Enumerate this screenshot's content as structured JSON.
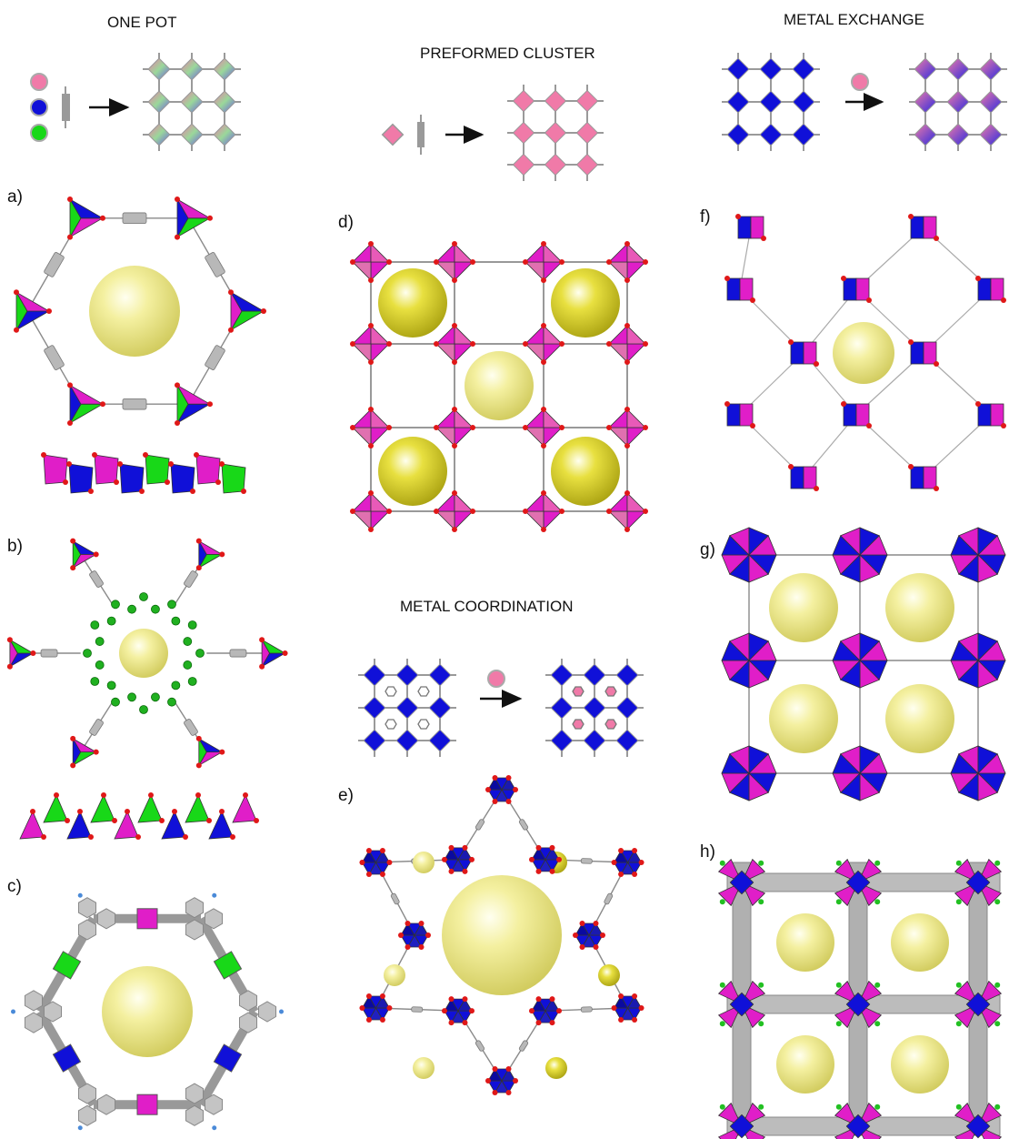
{
  "figure": {
    "schemes": {
      "one_pot": "ONE POT",
      "preformed_cluster": "PREFORMED CLUSTER",
      "metal_exchange": "METAL EXCHANGE",
      "metal_coordination": "METAL COORDINATION"
    },
    "panels": {
      "a": "a)",
      "b": "b)",
      "c": "c)",
      "d": "d)",
      "e": "e)",
      "f": "f)",
      "g": "g)",
      "h": "h)"
    }
  },
  "colors": {
    "metal_pink": "#f07aa8",
    "metal_magenta": "#e01ec8",
    "metal_blue": "#1010d8",
    "metal_green": "#18d818",
    "pore_yellow": "#f0ec8a",
    "linker_gray": "#9a9a9a",
    "oxygen_red": "#e01818"
  }
}
